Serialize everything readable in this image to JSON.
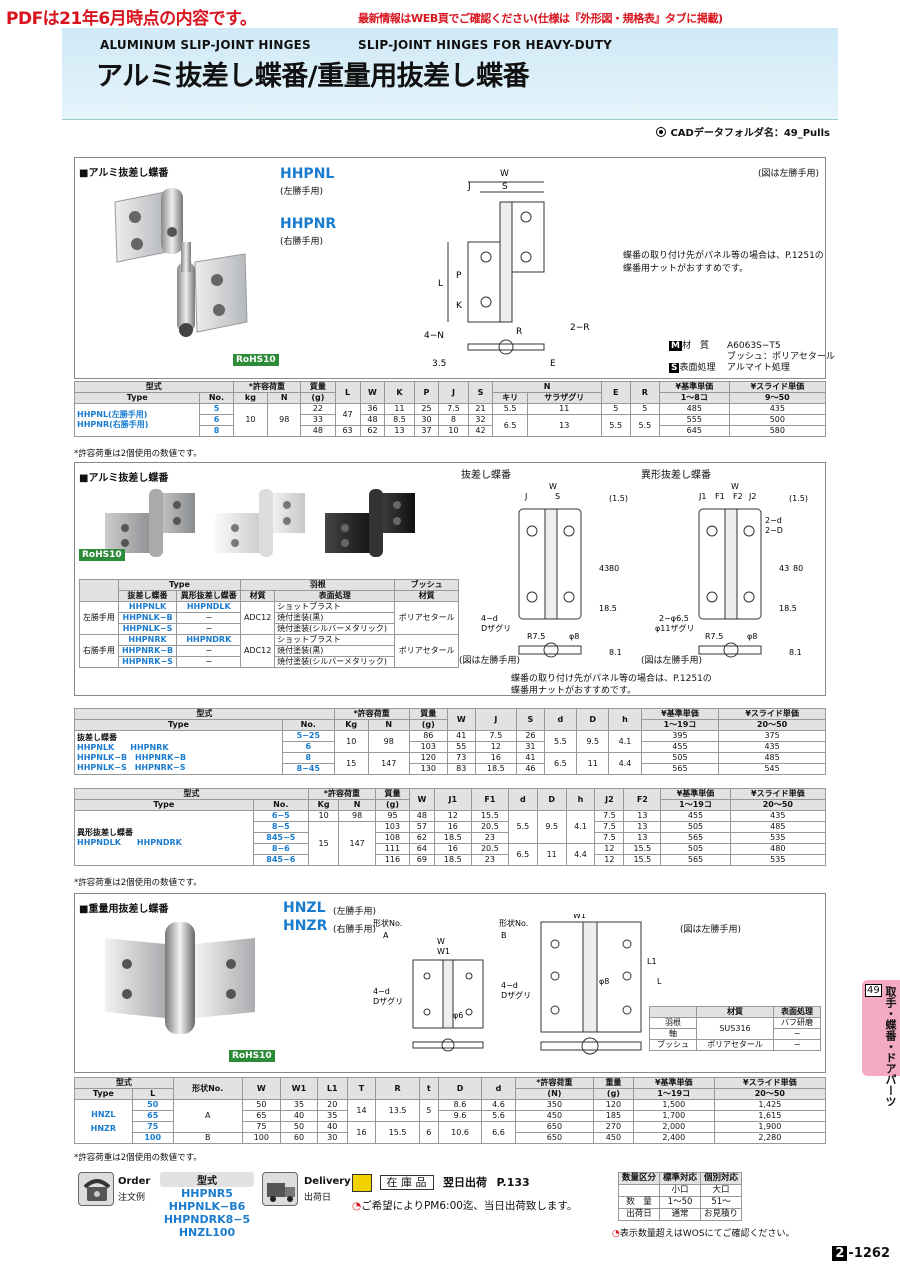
{
  "notice": {
    "main": "PDFは21年6月時点の内容です。",
    "sub": "最新情報はWEB頁でご確認ください(仕様は『外形図・規格表』タブに掲載)"
  },
  "header": {
    "en_left": "ALUMINUM SLIP-JOINT HINGES",
    "en_right": "SLIP-JOINT HINGES FOR HEAVY-DUTY",
    "jp_title": "アルミ抜差し蝶番/重量用抜差し蝶番"
  },
  "cad": "CADデータフォルダ名：49_Pulls",
  "s1": {
    "title": "アルミ抜差し蝶番",
    "model1": "HHPNL",
    "model1_sub": "(左勝手用)",
    "model2": "HHPNR",
    "model2_sub": "(右勝手用)",
    "fig_note": "(図は左勝手用)",
    "mount_note1": "蝶番の取り付け先がパネル等の場合は、P.1251の",
    "mount_note2": "蝶番用ナットがおすすめです。",
    "mat_label": "材　質",
    "mat_val1": "A6063S−T5",
    "mat_val2": "ブッシュ：ポリアセタール",
    "surf_label": "表面処理",
    "surf_val": "アルマイト処理",
    "m_badge": "M",
    "s_badge": "S",
    "rohs": "RoHS10",
    "dims": {
      "W": "W",
      "S": "S",
      "J": "J",
      "L": "L",
      "P": "P",
      "K": "K",
      "N": "4−N",
      "R": "R",
      "R2": "2−R",
      "E": "E",
      "t": "3.5"
    },
    "table": {
      "h1": [
        "型式",
        "*許容荷重",
        "質量",
        "L",
        "W",
        "K",
        "P",
        "J",
        "S",
        "N",
        "E",
        "R",
        "¥基準単価",
        "¥スライド単価"
      ],
      "h2": [
        "Type",
        "No.",
        "kg",
        "N",
        "(g)",
        "キリ",
        "サラザグリ",
        "1〜8コ",
        "9〜50"
      ],
      "type_l": "HHPNL(左勝手用)",
      "type_r": "HHPNR(右勝手用)",
      "rows": [
        {
          "no": "5",
          "mass": "22",
          "W": "36",
          "K": "11",
          "P": "25",
          "J": "7.5",
          "S": "21",
          "E": "5",
          "R": "5",
          "p1": "485",
          "p2": "435"
        },
        {
          "no": "6",
          "mass": "33",
          "W": "48",
          "K": "8.5",
          "P": "30",
          "J": "8",
          "S": "32",
          "E": "5.5",
          "R": "5.5",
          "p1": "555",
          "p2": "500"
        },
        {
          "no": "8",
          "mass": "48",
          "W": "62",
          "K": "13",
          "P": "37",
          "J": "10",
          "S": "42",
          "E": "5.5",
          "R": "5.5",
          "p1": "645",
          "p2": "580"
        }
      ],
      "kg": "10",
      "n": "98",
      "L1": "47",
      "L2": "63",
      "N1": "5.5",
      "N1b": "11",
      "N2": "6.5",
      "N2b": "13"
    },
    "foot": "*許容荷重は2個使用の数値です。"
  },
  "s2": {
    "title": "アルミ抜差し蝶番",
    "rohs": "RoHS10",
    "fig1": "抜差し蝶番",
    "fig2": "異形抜差し蝶番",
    "fig_note": "(図は左勝手用)",
    "mount_note1": "蝶番の取り付け先がパネル等の場合は、P.1251の",
    "mount_note2": "蝶番用ナットがおすすめです。",
    "dims": {
      "W": "W",
      "S": "S",
      "J": "J",
      "J1": "J1",
      "F1": "F1",
      "F2": "F2",
      "J2": "J2",
      "t15": "(1.5)",
      "d": "4−d",
      "dz": "Dザグリ",
      "h43": "43",
      "h80": "80",
      "h185": "18.5",
      "r75": "R7.5",
      "phi8": "φ8",
      "h81": "8.1",
      "d2": "2−d",
      "D2": "2−D",
      "phi65": "2−φ6.5",
      "phi11": "φ11ザグリ"
    },
    "type_table": {
      "h": [
        "Type",
        "羽根",
        "ブッシュ",
        "抜差し蝶番",
        "異形抜差し蝶番",
        "材質",
        "表面処理",
        "材質"
      ],
      "left": "左勝手用",
      "right": "右勝手用",
      "rows_l": [
        [
          "HHPNLK",
          "HHPNDLK"
        ],
        [
          "HHPNLK−B",
          "−"
        ],
        [
          "HHPNLK−S",
          "−"
        ]
      ],
      "rows_r": [
        [
          "HHPNRK",
          "HHPNDRK"
        ],
        [
          "HHPNRK−B",
          "−"
        ],
        [
          "HHPNRK−S",
          "−"
        ]
      ],
      "mat": "ADC12",
      "surf": [
        "ショットブラスト",
        "焼付塗装(黒)",
        "焼付塗装(シルバーメタリック)"
      ],
      "bush": "ポリアセタール"
    },
    "t1": {
      "h1": [
        "型式",
        "*許容荷重",
        "質量",
        "W",
        "J",
        "S",
        "d",
        "D",
        "h",
        "¥基準単価",
        "¥スライド単価"
      ],
      "h2": [
        "Type",
        "No.",
        "Kg",
        "N",
        "(g)",
        "1〜19コ",
        "20〜50"
      ],
      "names": [
        "抜差し蝶番",
        "HHPNLK",
        "HHPNRK",
        "HHPNLK−B",
        "HHPNRK−B",
        "HHPNLK−S",
        "HHPNRK−S"
      ],
      "rows": [
        {
          "no": "5−25",
          "mass": "86",
          "W": "41",
          "J": "7.5",
          "S": "26",
          "p1": "395",
          "p2": "375"
        },
        {
          "no": "6",
          "mass": "103",
          "W": "55",
          "J": "12",
          "S": "31",
          "p1": "455",
          "p2": "435"
        },
        {
          "no": "8",
          "mass": "120",
          "W": "73",
          "J": "16",
          "S": "41",
          "p1": "505",
          "p2": "485"
        },
        {
          "no": "8−45",
          "mass": "130",
          "W": "83",
          "J": "18.5",
          "S": "46",
          "p1": "565",
          "p2": "545"
        }
      ],
      "kg1": "10",
      "n1": "98",
      "kg2": "15",
      "n2": "147",
      "d1": "5.5",
      "D1": "9.5",
      "h1v": "4.1",
      "d2": "6.5",
      "D2": "11",
      "h2v": "4.4"
    },
    "t2": {
      "h1": [
        "型式",
        "*許容荷重",
        "質量",
        "W",
        "J1",
        "F1",
        "d",
        "D",
        "h",
        "J2",
        "F2",
        "¥基準単価",
        "¥スライド単価"
      ],
      "h2": [
        "Type",
        "No.",
        "Kg",
        "N",
        "(g)",
        "1〜19コ",
        "20〜50"
      ],
      "names": [
        "異形抜差し蝶番",
        "HHPNDLK",
        "HHPNDRK"
      ],
      "rows": [
        {
          "no": "6−5",
          "mass": "95",
          "W": "48",
          "J1": "12",
          "F1": "15.5",
          "J2": "7.5",
          "F2": "13",
          "p1": "455",
          "p2": "435"
        },
        {
          "no": "8−5",
          "mass": "103",
          "W": "57",
          "J1": "16",
          "F1": "20.5",
          "J2": "7.5",
          "F2": "13",
          "p1": "505",
          "p2": "485"
        },
        {
          "no": "845−5",
          "mass": "108",
          "W": "62",
          "J1": "18.5",
          "F1": "23",
          "J2": "7.5",
          "F2": "13",
          "p1": "565",
          "p2": "535"
        },
        {
          "no": "8−6",
          "mass": "111",
          "W": "64",
          "J1": "16",
          "F1": "20.5",
          "J2": "12",
          "F2": "15.5",
          "p1": "505",
          "p2": "480"
        },
        {
          "no": "845−6",
          "mass": "116",
          "W": "69",
          "J1": "18.5",
          "F1": "23",
          "J2": "12",
          "F2": "15.5",
          "p1": "565",
          "p2": "535"
        }
      ],
      "kg1": "10",
      "n1": "98",
      "kg2": "15",
      "n2": "147",
      "d1": "5.5",
      "D1": "9.5",
      "h1v": "4.1",
      "d2": "6.5",
      "D2": "11",
      "h2v": "4.4"
    },
    "foot": "*許容荷重は2個使用の数値です。"
  },
  "s3": {
    "title": "重量用抜差し蝶番",
    "rohs": "RoHS10",
    "model1": "HNZL",
    "model1_sub": "(左勝手用)",
    "model2": "HNZR",
    "model2_sub": "(右勝手用)",
    "fig_note": "(図は左勝手用)",
    "shapeA": "形状No.",
    "A": "A",
    "B": "B",
    "dims": {
      "W": "W",
      "W1": "W1",
      "L1": "L1",
      "L": "L",
      "d": "4−d",
      "dz": "Dザグリ",
      "phi6": "φ6",
      "phi8": "φ8"
    },
    "mat_table": {
      "h1": "材質",
      "h2": "表面処理",
      "rows": [
        [
          "羽根",
          "SUS316",
          "バフ研磨"
        ],
        [
          "軸",
          "",
          "−"
        ],
        [
          "ブッシュ",
          "ポリアセタール",
          "−"
        ]
      ]
    },
    "table": {
      "h1": [
        "型式",
        "形状No.",
        "W",
        "W1",
        "L1",
        "T",
        "R",
        "t",
        "D",
        "d",
        "*許容荷重",
        "重量",
        "¥基準単価",
        "¥スライド単価"
      ],
      "h2": [
        "Type",
        "L",
        "(N)",
        "(g)",
        "1〜19コ",
        "20〜50"
      ],
      "type1": "HNZL",
      "type2": "HNZR",
      "rows": [
        {
          "L": "50",
          "W": "50",
          "W1": "35",
          "L1": "20",
          "D": "8.6",
          "d": "4.6",
          "N": "350",
          "g": "120",
          "p1": "1,500",
          "p2": "1,425"
        },
        {
          "L": "65",
          "W": "65",
          "W1": "40",
          "L1": "35",
          "D": "9.6",
          "d": "5.6",
          "N": "450",
          "g": "185",
          "p1": "1,700",
          "p2": "1,615"
        },
        {
          "L": "75",
          "W": "75",
          "W1": "50",
          "L1": "40",
          "D": "10.6",
          "d": "6.6",
          "N": "650",
          "g": "270",
          "p1": "2,000",
          "p2": "1,900"
        },
        {
          "L": "100",
          "W": "100",
          "W1": "60",
          "L1": "30",
          "D": "",
          "d": "",
          "N": "650",
          "g": "450",
          "p1": "2,400",
          "p2": "2,280"
        }
      ],
      "shapeA": "A",
      "shapeB": "B",
      "T1": "14",
      "R1": "13.5",
      "t1": "5",
      "T2": "16",
      "R2": "15.5",
      "t2": "6"
    },
    "foot": "*許容荷重は2個使用の数値です。"
  },
  "order": {
    "label_jp": "Order",
    "label_sub": "注文例",
    "type_label": "型式",
    "examples": [
      "HHPNR5",
      "HHPNLK−B6",
      "HHPNDRK8−5",
      "HNZL100"
    ],
    "delivery": "Delivery",
    "delivery_sub": "出荷日",
    "stock": "在 庫 品",
    "next_day": "翌日出荷",
    "page_ref": "P.133",
    "same_day": "ご希望によりPM6:00迄、当日出荷致します。",
    "qty_table": {
      "h": [
        "数量区分",
        "標準対応",
        "個別対応"
      ],
      "r1": [
        "",
        "小口",
        "大口"
      ],
      "r2": [
        "数　量",
        "1〜50",
        "51〜"
      ],
      "r3": [
        "出荷日",
        "通常",
        "お見積り"
      ]
    },
    "wos": "表示数量超えはWOSにてご確認ください。"
  },
  "side_tab": {
    "num": "49",
    "text": "取手・蝶番・ドアパーツ"
  },
  "page": {
    "prefix": "2",
    "num": "-1262"
  }
}
